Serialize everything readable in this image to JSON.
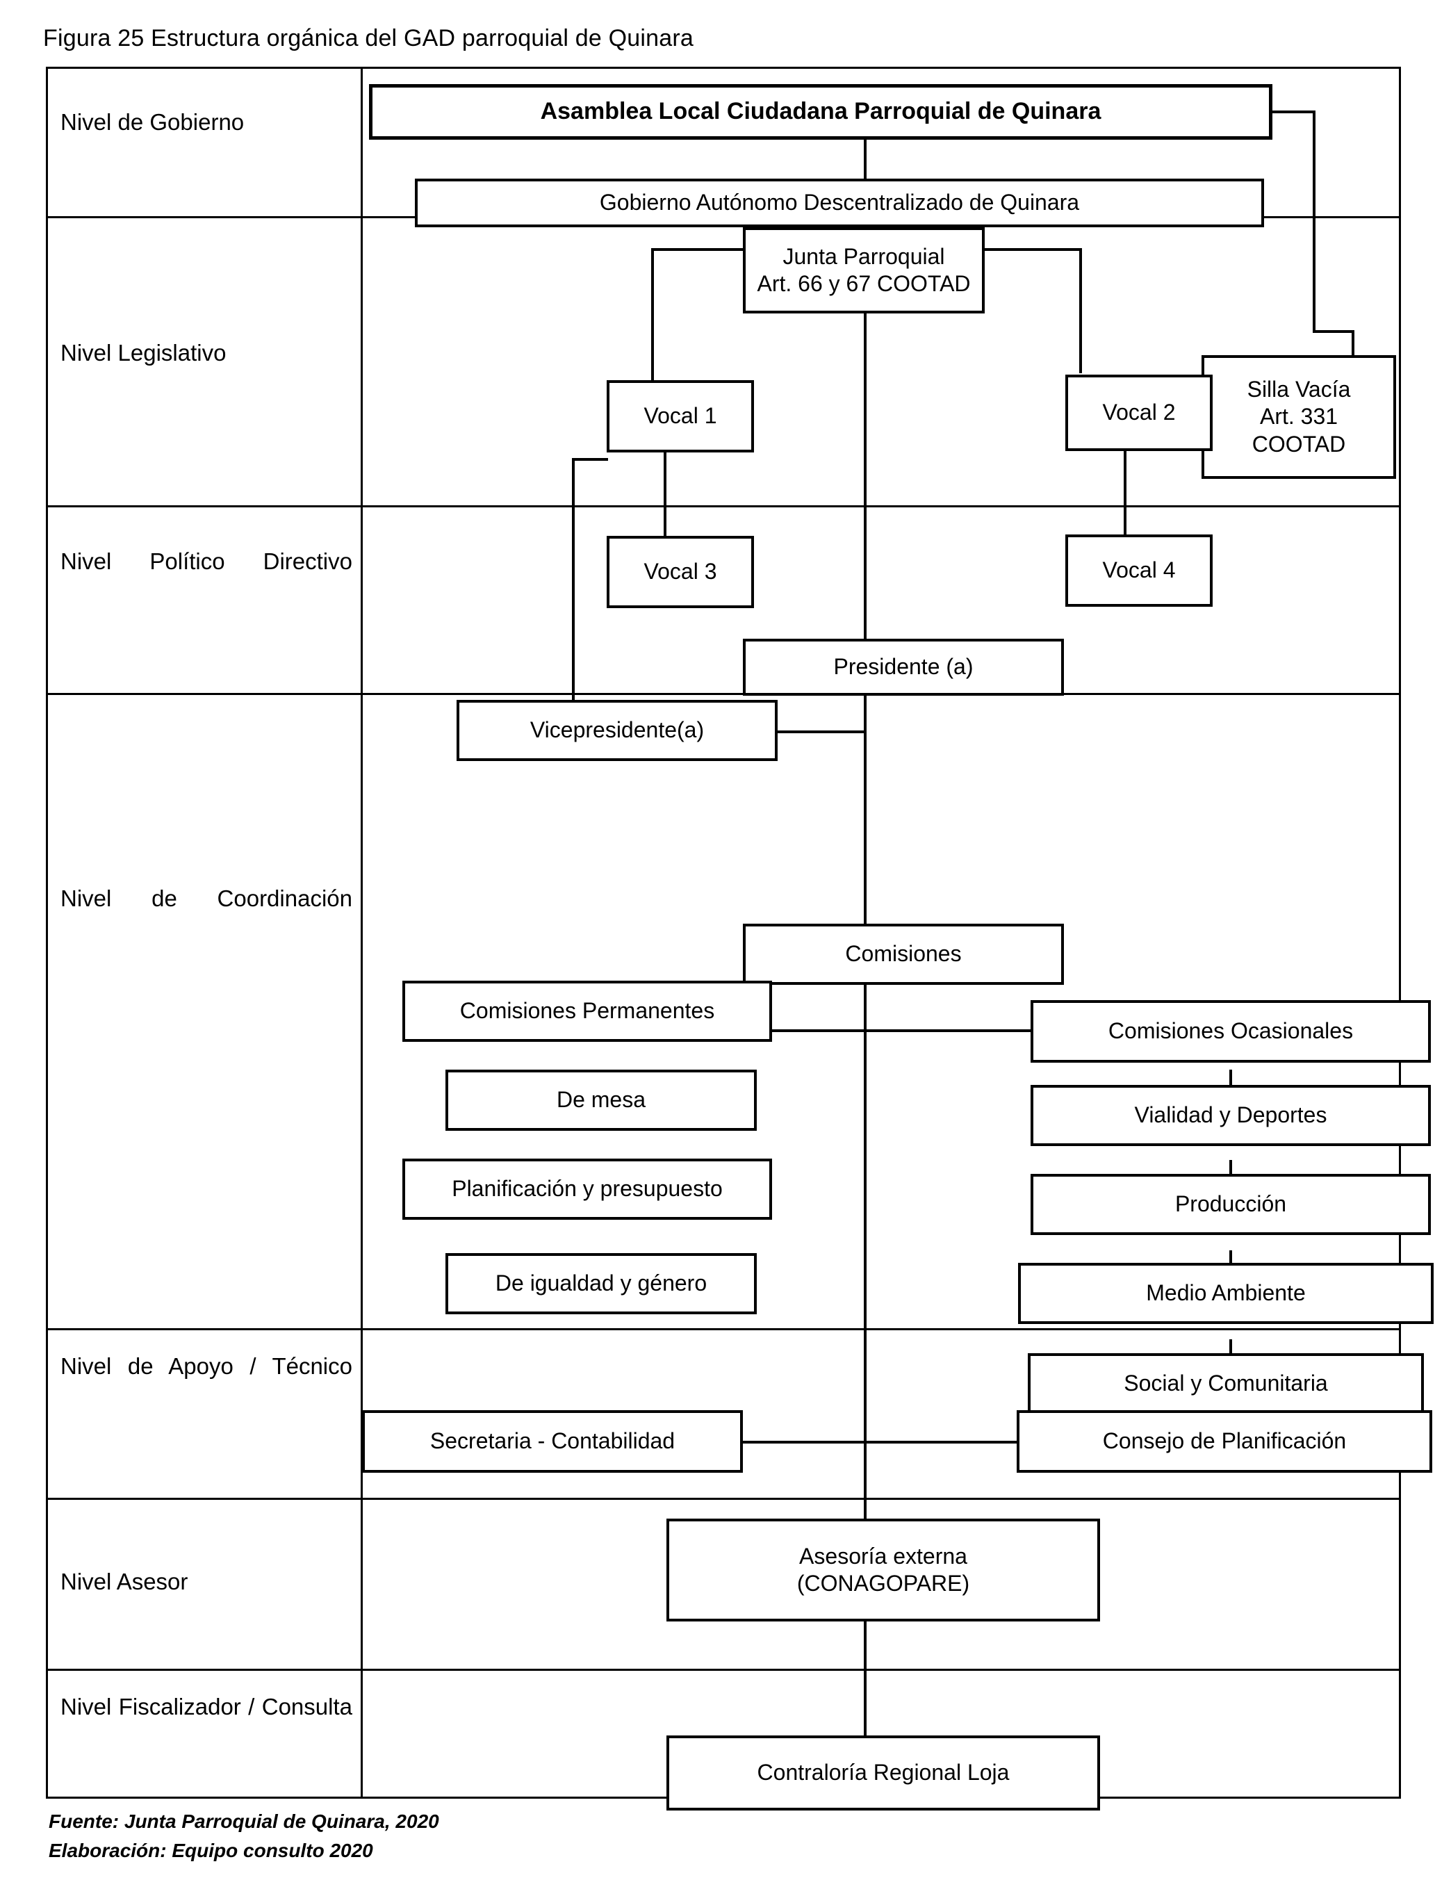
{
  "figure": {
    "caption": "Figura 25  Estructura orgánica del GAD parroquial de Quinara",
    "source_line": "Fuente: Junta Parroquial de Quinara, 2020",
    "elaboration_line": "Elaboración: Equipo consulto 2020"
  },
  "levels": [
    {
      "id": "gobierno",
      "label": "Nivel de Gobierno"
    },
    {
      "id": "legislativo",
      "label": "Nivel Legislativo"
    },
    {
      "id": "politico",
      "label": "Nivel      Político Directivo"
    },
    {
      "id": "coordinacion",
      "label": "Nivel             de Coordinación"
    },
    {
      "id": "apoyo",
      "label": "Nivel de Apoyo / Técnico"
    },
    {
      "id": "asesor",
      "label": "Nivel Asesor"
    },
    {
      "id": "fiscalizador",
      "label": "Nivel Fiscalizador / Consulta"
    }
  ],
  "nodes": {
    "asamblea": "Asamblea Local Ciudadana Parroquial de Quinara",
    "gad": "Gobierno Autónomo Descentralizado de Quinara",
    "junta_line1": "Junta Parroquial",
    "junta_line2": "Art. 66 y 67 COOTAD",
    "silla_line1": "Silla Vacía",
    "silla_line2": "Art. 331",
    "silla_line3": "COOTAD",
    "vocal1": "Vocal 1",
    "vocal2": "Vocal 2",
    "vocal3": "Vocal 3",
    "vocal4": "Vocal 4",
    "presidente": "Presidente (a)",
    "vicepresidente": "Vicepresidente(a)",
    "comisiones": "Comisiones",
    "comisiones_permanentes": "Comisiones Permanentes",
    "de_mesa": "De mesa",
    "planificacion_presupuesto": "Planificación y presupuesto",
    "igualdad_genero": "De igualdad y  género",
    "comisiones_ocasionales": "Comisiones Ocasionales",
    "vialidad_deportes": "Vialidad y Deportes",
    "produccion": "Producción",
    "medio_ambiente": "Medio Ambiente",
    "social_comunitaria": "Social y Comunitaria",
    "secretaria_contabilidad": "Secretaria - Contabilidad",
    "consejo_planificacion": "Consejo de Planificación",
    "asesoria_line1": "Asesoría externa",
    "asesoria_line2": "(CONAGOPARE)",
    "contraloria": "Contraloría Regional Loja"
  },
  "colors": {
    "line": "#000000",
    "background": "#ffffff",
    "text": "#000000"
  }
}
